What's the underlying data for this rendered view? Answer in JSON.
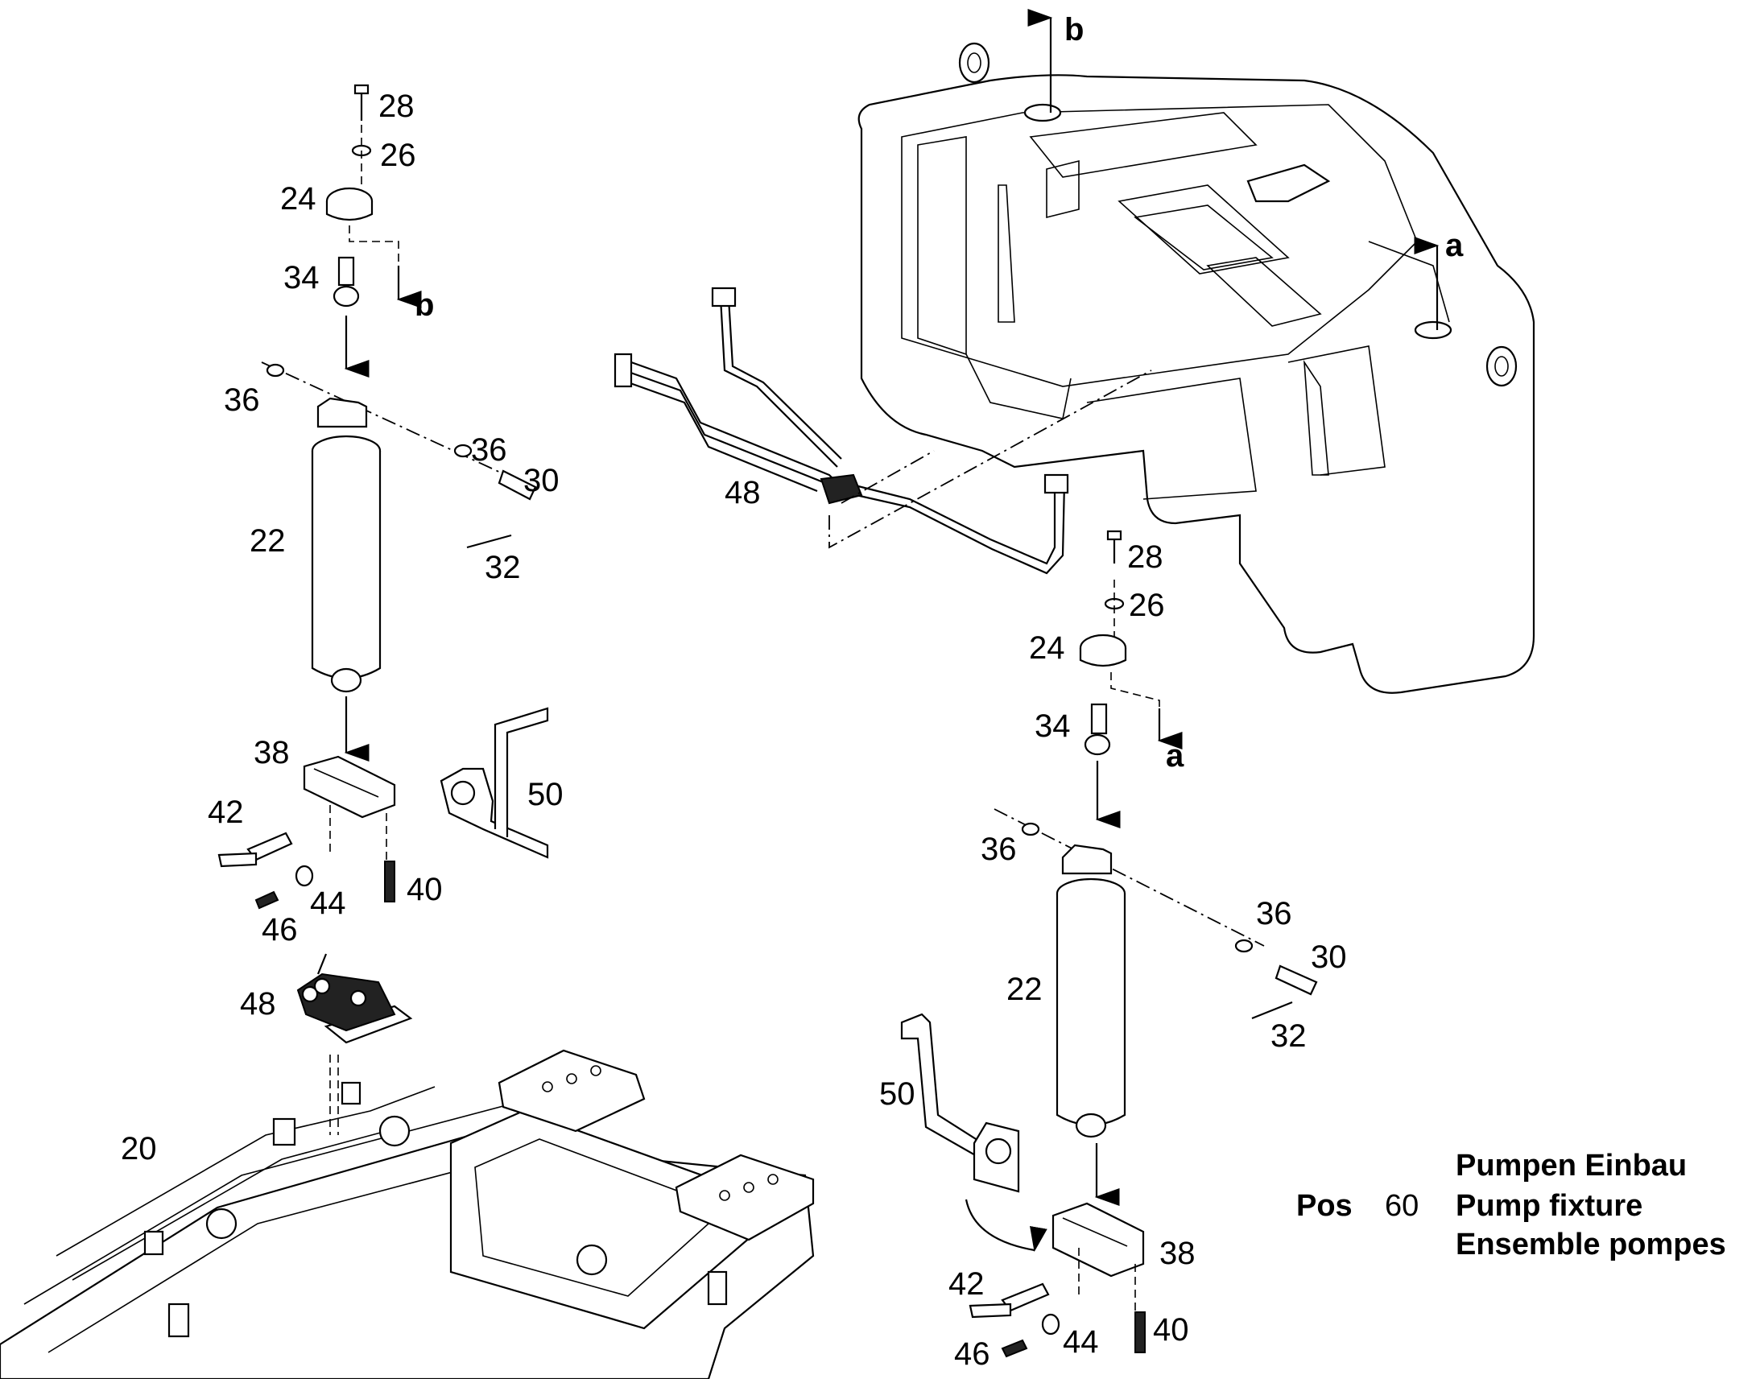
{
  "labels": {
    "l28a": "28",
    "l26a": "26",
    "l24a": "24",
    "l34a": "34",
    "lba": "b",
    "l36a": "36",
    "l36b": "36",
    "l30a": "30",
    "l22a": "22",
    "l32a": "32",
    "l38a": "38",
    "l42a": "42",
    "l50a": "50",
    "l40a": "40",
    "l44a": "44",
    "l46a": "46",
    "l48a": "48",
    "l20": "20",
    "l48b": "48",
    "lbtop": "b",
    "latop": "a",
    "l28b": "28",
    "l26b": "26",
    "l24b": "24",
    "l34b": "34",
    "lab": "a",
    "l36c": "36",
    "l36d": "36",
    "l30b": "30",
    "l22b": "22",
    "l32b": "32",
    "l50b": "50",
    "l38b": "38",
    "l42b": "42",
    "l40b": "40",
    "l44b": "44",
    "l46b": "46"
  },
  "caption": {
    "pos": "Pos",
    "number": "60",
    "title_de": "Pumpen Einbau",
    "title_en": "Pump fixture",
    "title_fr": "Ensemble pompes"
  }
}
